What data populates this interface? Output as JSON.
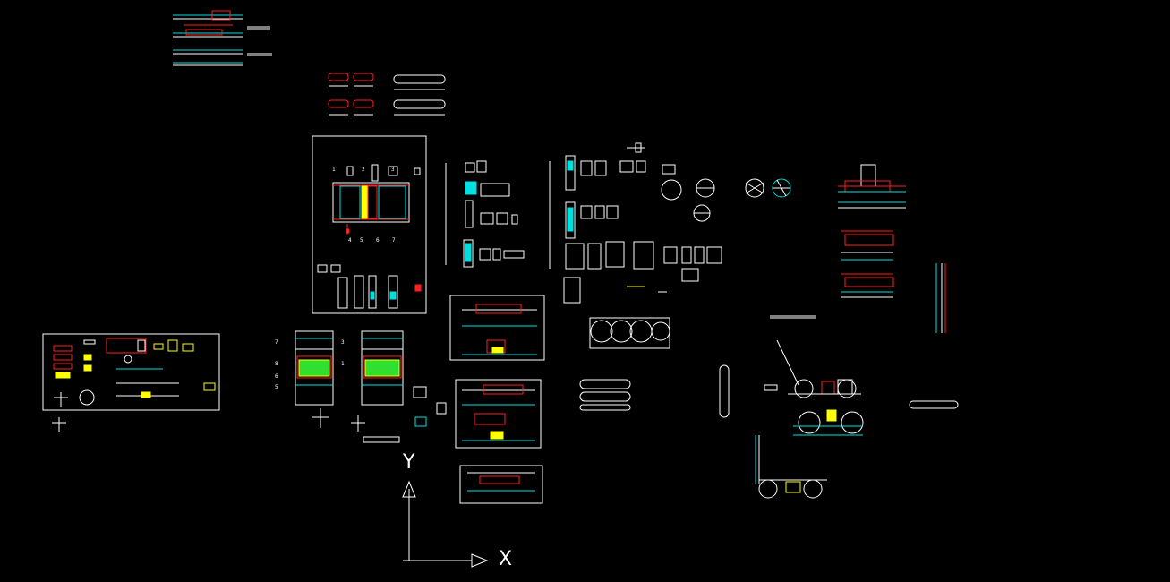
{
  "app": {
    "viewport_name": "model-space"
  },
  "ucs": {
    "x_label": "X",
    "y_label": "Y"
  },
  "colors": {
    "background": "#000000",
    "white": "#ffffff",
    "red": "#ff2020",
    "cyan": "#00e0e0",
    "yellow": "#ffff00",
    "green": "#30e030",
    "magenta": "#ff40ff"
  },
  "callouts": {
    "labels": [
      "1",
      "2",
      "3",
      "4",
      "5",
      "6",
      "7"
    ],
    "front_labels": [
      "7",
      "8",
      "6",
      "5",
      "3",
      "1"
    ]
  }
}
